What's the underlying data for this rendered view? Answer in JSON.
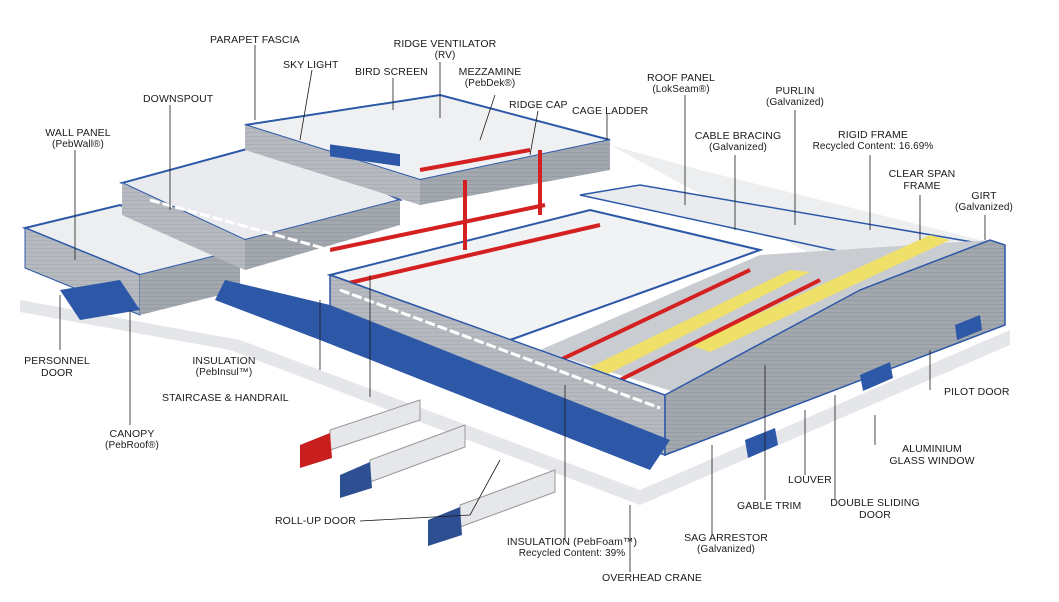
{
  "labels": {
    "parapet_fascia": "PARAPET FASCIA",
    "ridge_ventilator": "RIDGE VENTILATOR",
    "ridge_ventilator_sub": "(RV)",
    "sky_light": "SKY LIGHT",
    "bird_screen": "BIRD SCREEN",
    "mezzanine": "MEZZAMINE",
    "mezzanine_sub": "(PebDek®)",
    "roof_panel": "ROOF PANEL",
    "roof_panel_sub": "(LokSeam®)",
    "purlin": "PURLIN",
    "purlin_sub": "(Galvanized)",
    "downspout": "DOWNSPOUT",
    "ridge_cap": "RIDGE CAP",
    "cage_ladder": "CAGE LADDER",
    "wall_panel": "WALL PANEL",
    "wall_panel_sub": "(PebWall®)",
    "cable_bracing": "CABLE BRACING",
    "cable_bracing_sub": "(Galvanized)",
    "rigid_frame": "RIGID FRAME",
    "rigid_frame_sub": "Recycled Content: 16.69%",
    "clear_span_frame": "CLEAR SPAN",
    "clear_span_frame_sub": "FRAME",
    "girt": "GIRT",
    "girt_sub": "(Galvanized)",
    "personnel_door": "PERSONNEL",
    "personnel_door_sub": "DOOR",
    "insulation_pebinsul": "INSULATION",
    "insulation_pebinsul_sub": "(PebInsul™)",
    "staircase_handrail": "STAIRCASE & HANDRAIL",
    "pilot_door": "PILOT DOOR",
    "canopy": "CANOPY",
    "canopy_sub": "(PebRoof®)",
    "aluminium_window": "ALUMINIUM",
    "aluminium_window_sub": "GLASS WINDOW",
    "louver": "LOUVER",
    "gable_trim": "GABLE TRIM",
    "double_sliding_door": "DOUBLE SLIDING",
    "double_sliding_door_sub": "DOOR",
    "roll_up_door": "ROLL-UP DOOR",
    "sag_arrestor": "SAG ARRESTOR",
    "sag_arrestor_sub": "(Galvanized)",
    "insulation_pebfoam": "INSULATION (PebFoam™)",
    "insulation_pebfoam_sub": "Recycled Content: 39%",
    "overhead_crane": "OVERHEAD CRANE"
  },
  "colors": {
    "frame_red": "#d42020",
    "trim_blue": "#2d58a8",
    "wall_grey": "#b8bcc2",
    "roof_white": "#eef0f2",
    "insulation_yellow": "#efe06a",
    "truck_red": "#c81e1e",
    "truck_blue": "#2f4f93"
  }
}
